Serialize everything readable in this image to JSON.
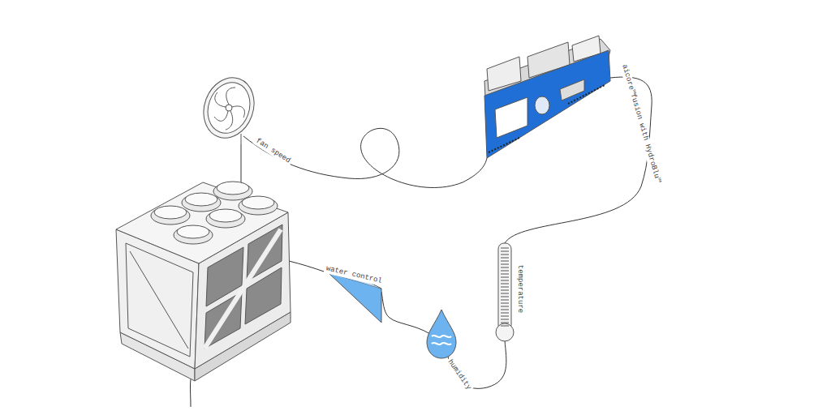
{
  "diagram": {
    "labels": [
      "fan speed",
      "aicore™fusion with HydroBlu™",
      "water control",
      "temperature",
      "humidity"
    ]
  }
}
